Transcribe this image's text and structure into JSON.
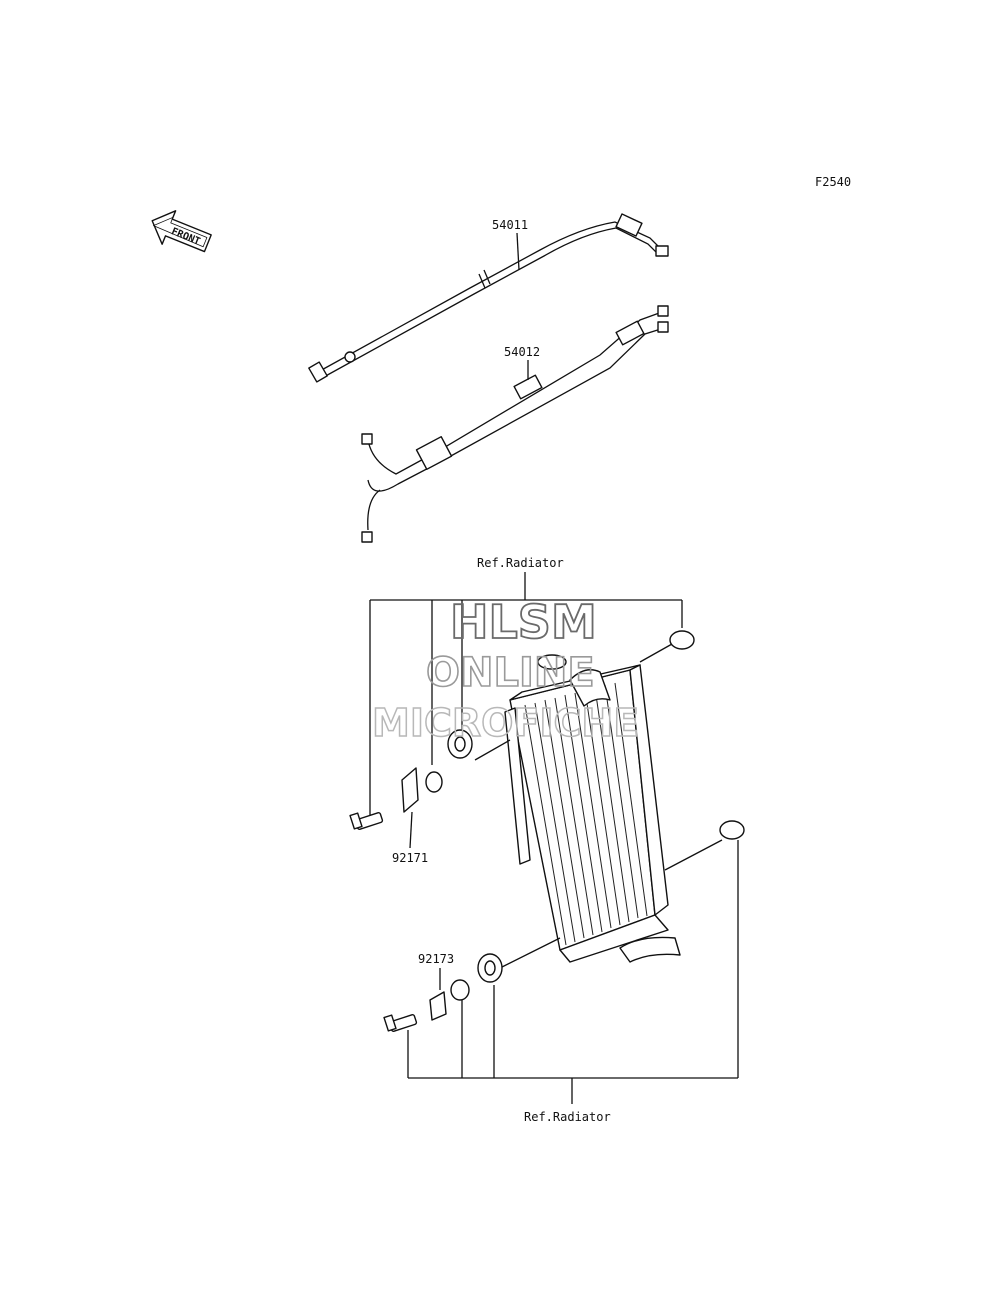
{
  "figure_code": "F2540",
  "front_arrow": {
    "label": "FRONT",
    "icon": "front-arrow-icon"
  },
  "parts": {
    "throttle_cable": "54011",
    "double_cable": "54012",
    "upper_bracket": "92171",
    "lower_bracket": "92173"
  },
  "refs": {
    "top": "Ref.Radiator",
    "bottom": "Ref.Radiator"
  },
  "watermark": {
    "line1": "HLSM",
    "line2": "ONLINE",
    "line3": "MICROFICHE"
  }
}
